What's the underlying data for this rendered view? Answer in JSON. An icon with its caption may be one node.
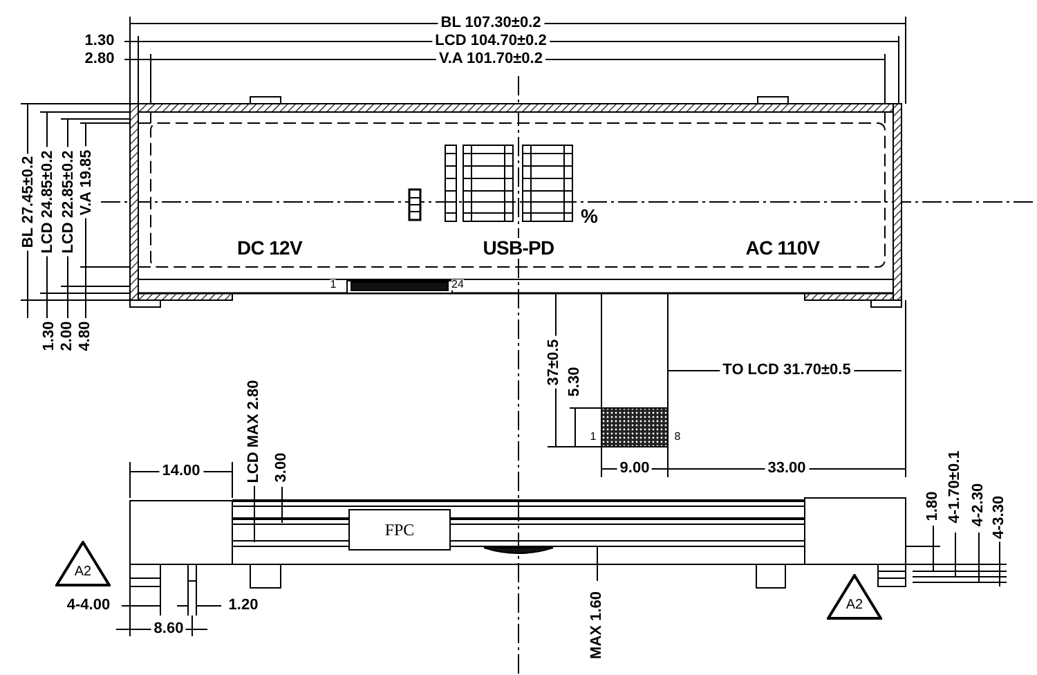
{
  "diagram": {
    "nodes": [
      {
        "text": [
          "FPC"
        ]
      },
      {
        "text": [
          "A2"
        ]
      },
      {
        "text": [
          "A2"
        ]
      }
    ],
    "labels": [
      "BL 107.30±0.2",
      "1.30",
      "LCD 104.70±0.2",
      "2.80",
      "V.A 101.70±0.2",
      "BL 27.45±0.2",
      "LCD 24.85±0.2",
      "LCD 22.85±0.2",
      "V.A 19.85",
      "%",
      "DC 12V",
      "USB-PD",
      "AC 110V",
      "1",
      "24",
      "1.30",
      "2.00",
      "4.80",
      "37±0.5",
      "5.30",
      "TO LCD 31.70±0.5",
      "1",
      "8",
      "14.00",
      "9.00",
      "33.00",
      "LCD MAX 2.80",
      "3.00",
      "1.80",
      "4-1.70±0.1",
      "4-2.30",
      "4-3.30",
      "4-4.00",
      "1.20",
      "8.60",
      "MAX 1.60"
    ]
  }
}
